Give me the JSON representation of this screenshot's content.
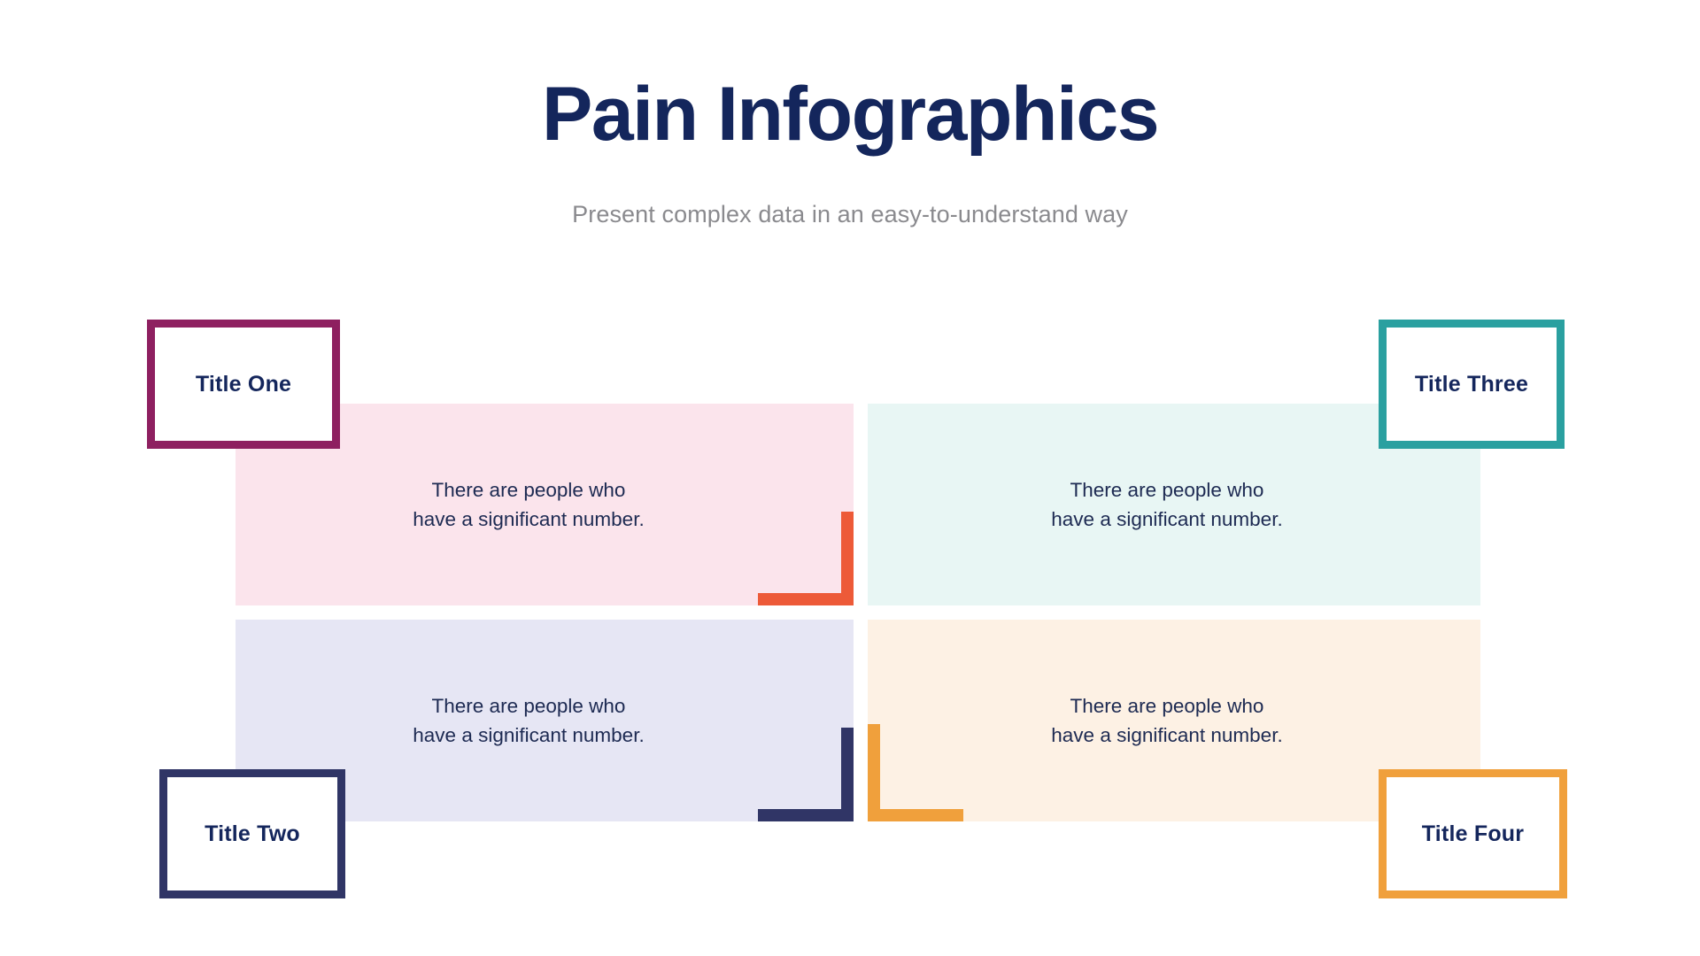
{
  "header": {
    "title": "Pain Infographics",
    "subtitle": "Present complex data in an easy-to-understand way"
  },
  "colors": {
    "title_navy": "#14265c",
    "subtitle_gray": "#8a8a8e",
    "body_navy": "#1d2a52",
    "background": "#ffffff",
    "magenta": "#8e2060",
    "teal": "#2aa0a0",
    "indigo": "#303566",
    "orange": "#f0a03c",
    "red_orange": "#ed5a38",
    "panel_pink": "#fbe4ec",
    "panel_mint": "#e8f6f4",
    "panel_lavender": "#e6e6f4",
    "panel_peach": "#fdf1e4"
  },
  "panels": [
    {
      "id": "pink",
      "title": "Title One",
      "body": "There are people who\nhave a significant number.",
      "fill": "#fbe4ec",
      "accent": "#8e2060",
      "bracket_color": "#ed5a38",
      "bracket_corner": "bottom-right"
    },
    {
      "id": "mint",
      "title": "Title Three",
      "body": "There are people who\nhave a significant number.",
      "fill": "#e8f6f4",
      "accent": "#2aa0a0",
      "bracket_color": "",
      "bracket_corner": "none"
    },
    {
      "id": "lavender",
      "title": "Title Two",
      "body": "There are people who\nhave a significant number.",
      "fill": "#e6e6f4",
      "accent": "#303566",
      "bracket_color": "#303566",
      "bracket_corner": "bottom-right"
    },
    {
      "id": "peach",
      "title": "Title Four",
      "body": "There are people who\nhave a significant number.",
      "fill": "#fdf1e4",
      "accent": "#f0a03c",
      "bracket_color": "#f0a03c",
      "bracket_corner": "bottom-left"
    }
  ]
}
